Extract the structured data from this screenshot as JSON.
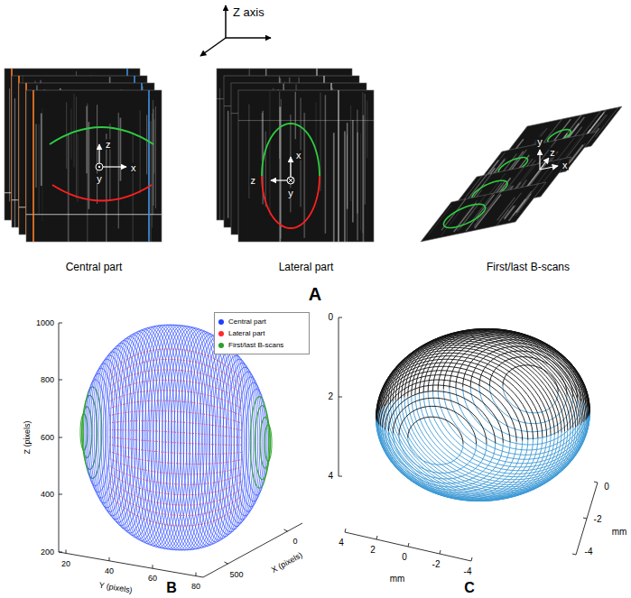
{
  "diagram": {
    "labels": [
      "Z axis",
      "z",
      "x",
      "y",
      "x",
      "z",
      "y",
      "y",
      "z",
      "x",
      "Central part",
      "Lateral part",
      "First/last B-scans",
      "A",
      "1000",
      "800",
      "600",
      "400",
      "200",
      "Z (pixels)",
      "20",
      "40",
      "60",
      "80",
      "Y (pixels)",
      "0",
      "500",
      "X (pixels)",
      "B",
      "0",
      "2",
      "4",
      "4",
      "2",
      "0",
      "-2",
      "-4",
      "mm",
      "0",
      "-2",
      "-4",
      "mm",
      "C"
    ],
    "legend": [
      {
        "text": "Central part",
        "color": "#1f3fff"
      },
      {
        "text": "Lateral part",
        "color": "#ff2a2a"
      },
      {
        "text": "First/last B-scans",
        "color": "#2ca02c"
      }
    ]
  }
}
